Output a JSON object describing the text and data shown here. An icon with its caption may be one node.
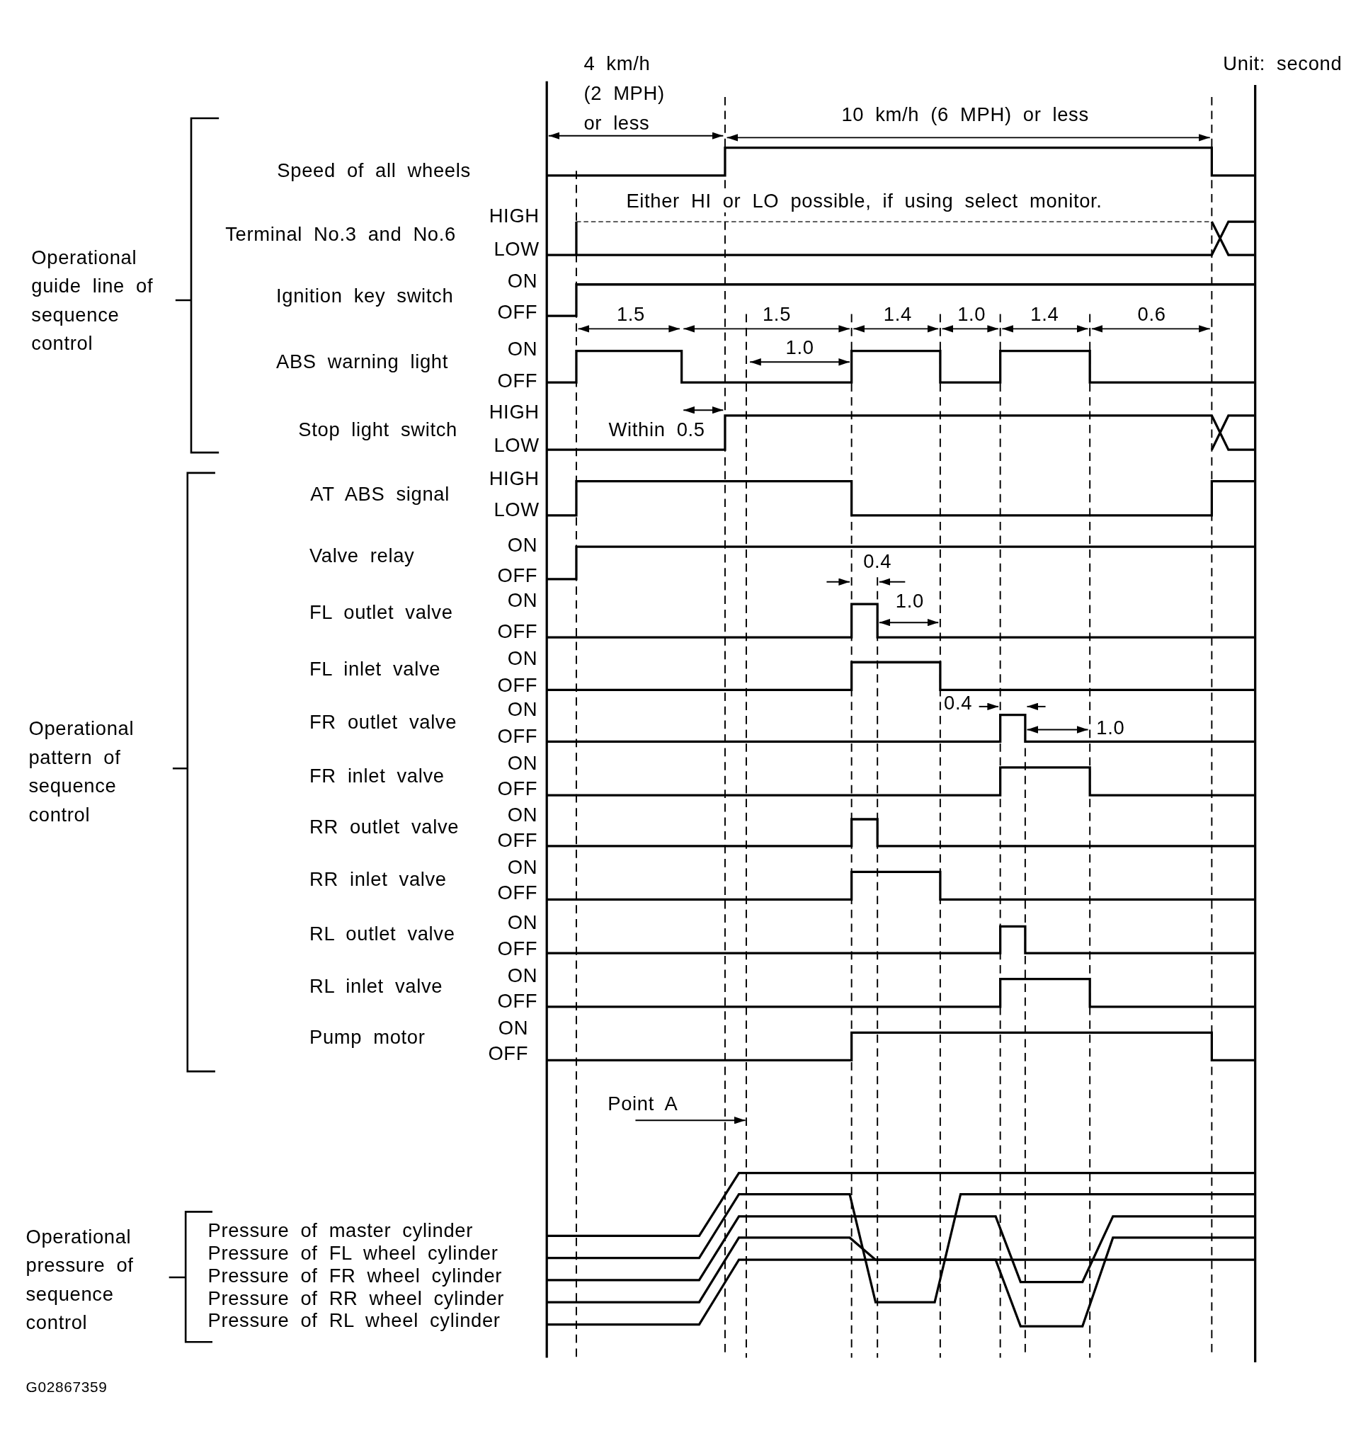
{
  "diagram": {
    "nodes": [
      {
        "text": [
          "Point A"
        ]
      },
      {
        "text": [],
        "shape": "line"
      }
    ],
    "edges": [
      {
        "from": 0,
        "to": 1,
        "arrow": "to"
      }
    ],
    "labels": [
      "4 km/h (2 MPH) or less",
      "Unit: second",
      "10 km/h (6 MPH) or less",
      "Operational guide line of sequence control",
      "Speed of all wheels",
      "Either HI or LO possible, if using select monitor.",
      "HIGH",
      "Terminal No.3 and No.6",
      "LOW",
      "ON",
      "Ignition key switch",
      "OFF",
      "1.5",
      "1.5",
      "1.4",
      "1.0",
      "1.4",
      "0.6",
      "ON",
      "1.0",
      "ABS warning light",
      "OFF",
      "HIGH",
      "Stop light switch",
      "Within 0.5",
      "LOW",
      "HIGH",
      "AT ABS signal",
      "LOW",
      "ON",
      "Valve relay",
      "0.4",
      "OFF",
      "ON",
      "1.0",
      "FL outlet valve",
      "OFF",
      "ON",
      "FL inlet valve",
      "OFF",
      "0.4",
      "ON",
      "Operational pattern of sequence control",
      "FR outlet valve",
      "1.0",
      "OFF",
      "ON",
      "FR inlet valve",
      "OFF",
      "ON",
      "RR outlet valve",
      "OFF",
      "ON",
      "RR inlet valve",
      "OFF",
      "ON",
      "RL outlet valve",
      "OFF",
      "ON",
      "RL inlet valve",
      "OFF",
      "ON",
      "Pump motor",
      "OFF",
      "Operational pressure of sequence control",
      "Pressure of master cylinder",
      "Pressure of FL wheel cylinder",
      "Pressure of FR wheel cylinder",
      "Pressure of RR wheel cylinder",
      "Pressure of RL wheel cylinder",
      "G02867359"
    ]
  }
}
